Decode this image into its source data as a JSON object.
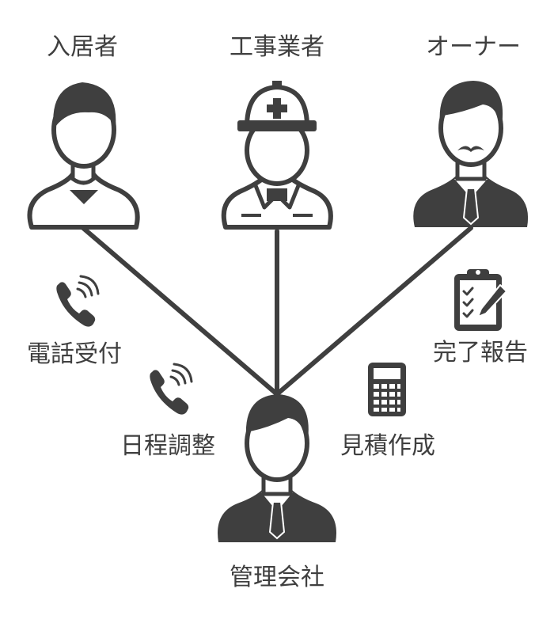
{
  "actors": {
    "tenant": "入居者",
    "contractor": "工事業者",
    "owner": "オーナー",
    "management": "管理会社"
  },
  "tasks": {
    "phone_reception": "電話受付",
    "scheduling": "日程調整",
    "estimate": "見積作成",
    "completion_report": "完了報告"
  },
  "icons": {
    "tenant": "person-female-icon",
    "contractor": "construction-worker-icon",
    "owner": "businessman-mustache-icon",
    "management": "businessman-icon",
    "phone_reception": "phone-icon",
    "scheduling": "phone-icon",
    "estimate": "calculator-icon",
    "completion_report": "clipboard-checklist-icon"
  },
  "colors": {
    "figure": "#3f3f3f",
    "text": "#3f3f3f",
    "background": "#ffffff"
  }
}
